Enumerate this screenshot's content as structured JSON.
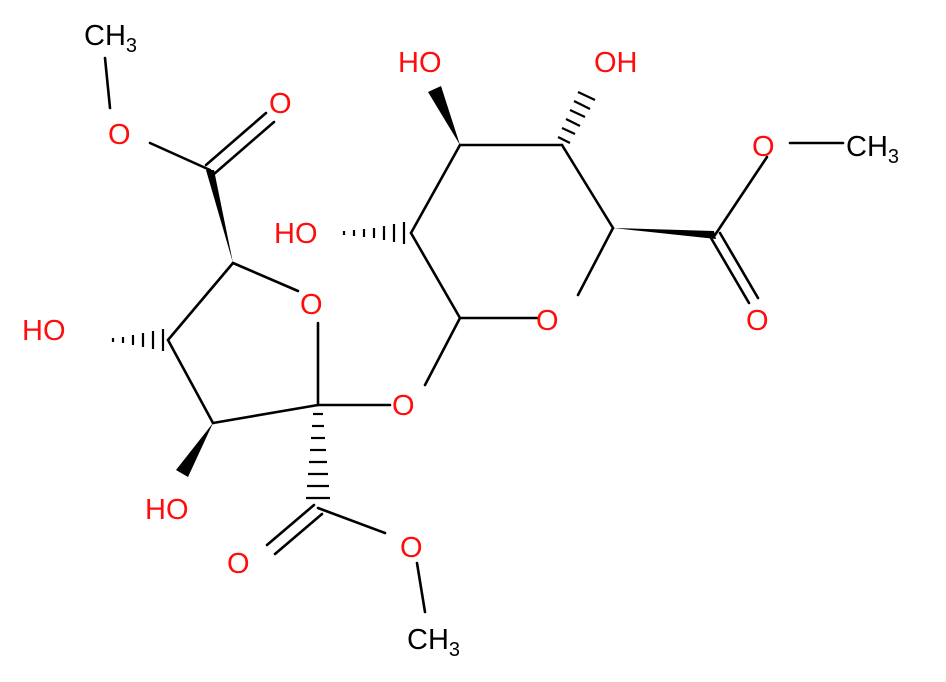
{
  "colors": {
    "carbon_bond": "#000000",
    "oxygen": "#ff0d0d",
    "background": "#ffffff"
  },
  "atoms": {
    "ch3_top_left": "CH",
    "ch3_top_left_sub": "3",
    "o_ester_top_left": "O",
    "o_carbonyl_top_left": "O",
    "ho_top_a": "HO",
    "oh_top_b": "OH",
    "o_ester_right": "O",
    "ch3_right": "CH",
    "ch3_right_sub": "3",
    "ho_mid_left": "HO",
    "o_ring_pyranose": "O",
    "o_carbonyl_right": "O",
    "ho_far_left": "HO",
    "o_ring_furanose": "O",
    "o_glycosidic": "O",
    "ho_bottom_left": "HO",
    "o_carbonyl_bottom": "O",
    "o_ester_bottom": "O",
    "ch3_bottom": "CH",
    "ch3_bottom_sub": "3"
  }
}
